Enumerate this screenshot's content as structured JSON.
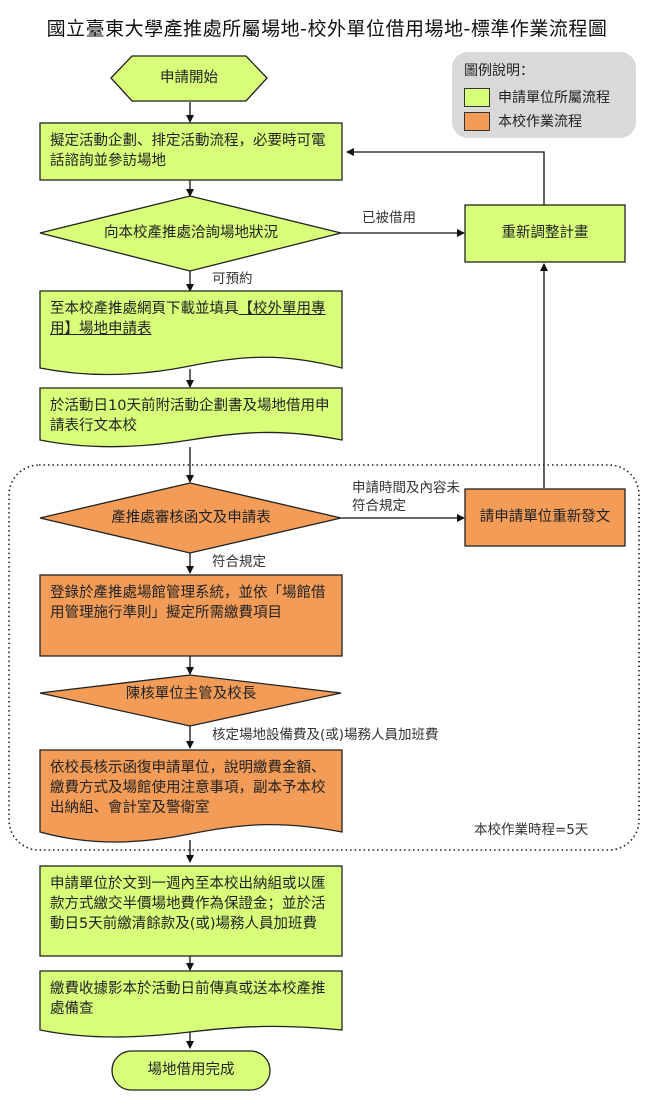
{
  "title": "國立臺東大學產推處所屬場地-校外單位借用場地-標準作業流程圖",
  "colors": {
    "applicant": "#d8ff7a",
    "school": "#f39c58",
    "legend_bg": "#d9d9d9",
    "stroke": "#222222"
  },
  "legend": {
    "title": "圖例說明：",
    "items": [
      {
        "label": "申請單位所屬流程",
        "color": "#d8ff7a"
      },
      {
        "label": "本校作業流程",
        "color": "#f39c58"
      }
    ]
  },
  "nodes": {
    "start": "申請開始",
    "plan": "擬定活動企劃、排定活動流程，必要時可電話諮詢並參訪場地",
    "inquire": "向本校產推處洽詢場地狀況",
    "replan": "重新調整計畫",
    "download_prefix": "至本校產推處網頁下載並填具",
    "download_link": "【校外單用專用】場地申請表",
    "submit": "於活動日10天前附活動企劃書及場地借用申請表行文本校",
    "review": "產推處審核函文及申請表",
    "resubmit": "請申請單位重新發文",
    "register": "登錄於產推處場館管理系統，並依「場館借用管理施行準則」擬定所需繳費項目",
    "approve": "陳核單位主管及校長",
    "reply": "依校長核示函復申請單位，說明繳費金額、繳費方式及場館使用注意事項，副本予本校出納組、會計室及警衛室",
    "pay": "申請單位於文到一週內至本校出納組或以匯款方式繳交半價場地費作為保證金；並於活動日5天前繳清餘款及(或)場務人員加班費",
    "receipt": "繳費收據影本於活動日前傳真或送本校產推處備查",
    "end": "場地借用完成"
  },
  "edge_labels": {
    "occupied": "已被借用",
    "available": "可預約",
    "not_compliant": "申請時間及內容未符合規定",
    "compliant": "符合規定",
    "fee_set": "核定場地設備費及(或)場務人員加班費"
  },
  "region": {
    "label": "本校作業時程=5天"
  }
}
